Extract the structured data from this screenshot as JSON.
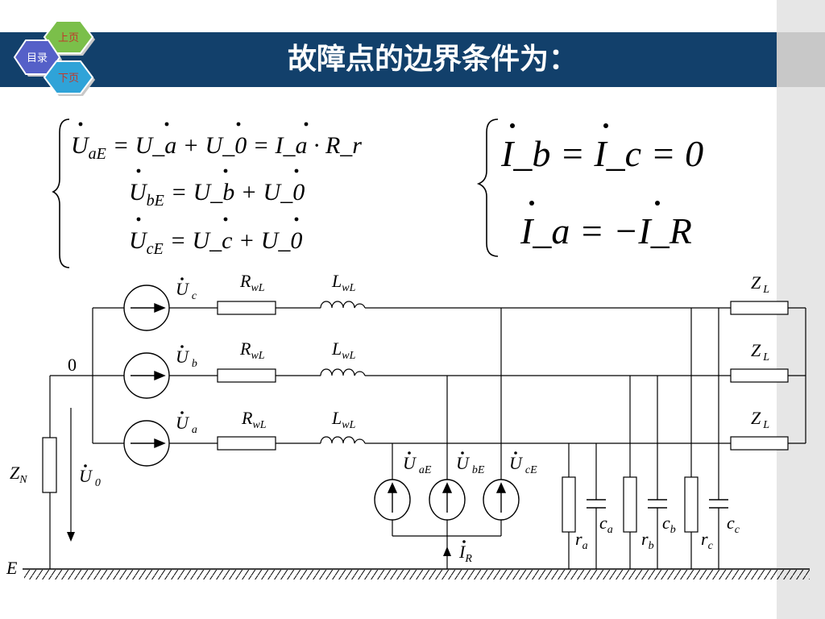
{
  "slide": {
    "title": "故障点的边界条件为：",
    "nav": {
      "prev": "上页",
      "toc": "目录",
      "next": "下页"
    }
  },
  "equations_left": [
    {
      "lhs": "U",
      "lhs_sub": "aE",
      "rhs": "= U_a + U_0 = I_a · R_r"
    },
    {
      "lhs": "U",
      "lhs_sub": "bE",
      "rhs": "= U_b + U_0"
    },
    {
      "lhs": "U",
      "lhs_sub": "cE",
      "rhs": "= U_c + U_0"
    }
  ],
  "equations_right": [
    "I_b = I_c = 0",
    "I_a = −I_R"
  ],
  "circuit": {
    "node0": "0",
    "earth": "E",
    "neutral_impedance": "Z",
    "neutral_impedance_sub": "N",
    "neutral_voltage": "U",
    "neutral_voltage_sub": "0",
    "sources": [
      {
        "sym": "U",
        "sub": "c"
      },
      {
        "sym": "U",
        "sub": "b"
      },
      {
        "sym": "U",
        "sub": "a"
      }
    ],
    "line_resistance": "R",
    "line_resistance_sub": "wL",
    "line_inductance": "L",
    "line_inductance_sub": "wL",
    "load": "Z",
    "load_sub": "L",
    "fault_sources": [
      {
        "sym": "U",
        "sub": "aE"
      },
      {
        "sym": "U",
        "sub": "bE"
      },
      {
        "sym": "U",
        "sub": "cE"
      }
    ],
    "fault_current": "I",
    "fault_current_sub": "R",
    "shunt_resistors": [
      {
        "sym": "r",
        "sub": "a"
      },
      {
        "sym": "r",
        "sub": "b"
      },
      {
        "sym": "r",
        "sub": "c"
      }
    ],
    "shunt_capacitors": [
      {
        "sym": "c",
        "sub": "a"
      },
      {
        "sym": "c",
        "sub": "b"
      },
      {
        "sym": "c",
        "sub": "c"
      }
    ]
  }
}
